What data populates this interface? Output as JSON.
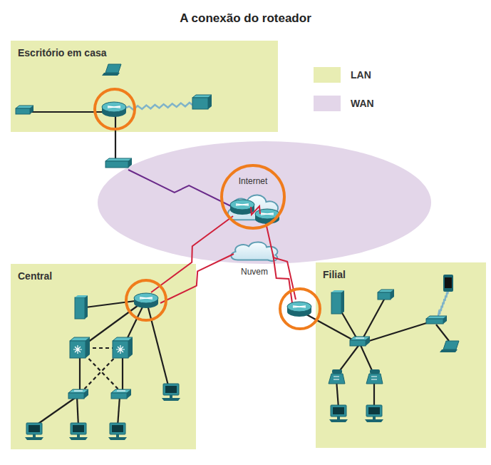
{
  "diagram": {
    "title": "A conexão do roteador",
    "nodes": [
      {
        "text": [
          "Escritório em casa"
        ]
      },
      {
        "text": [
          "Internet"
        ]
      },
      {
        "text": [
          "Nuvem"
        ]
      },
      {
        "text": [
          "Central"
        ]
      },
      {
        "text": [
          "Filial"
        ]
      }
    ],
    "legend": [
      {
        "text": "LAN",
        "color": "#e8edb3"
      },
      {
        "text": "WAN",
        "color": "#e3d6e9"
      }
    ]
  }
}
